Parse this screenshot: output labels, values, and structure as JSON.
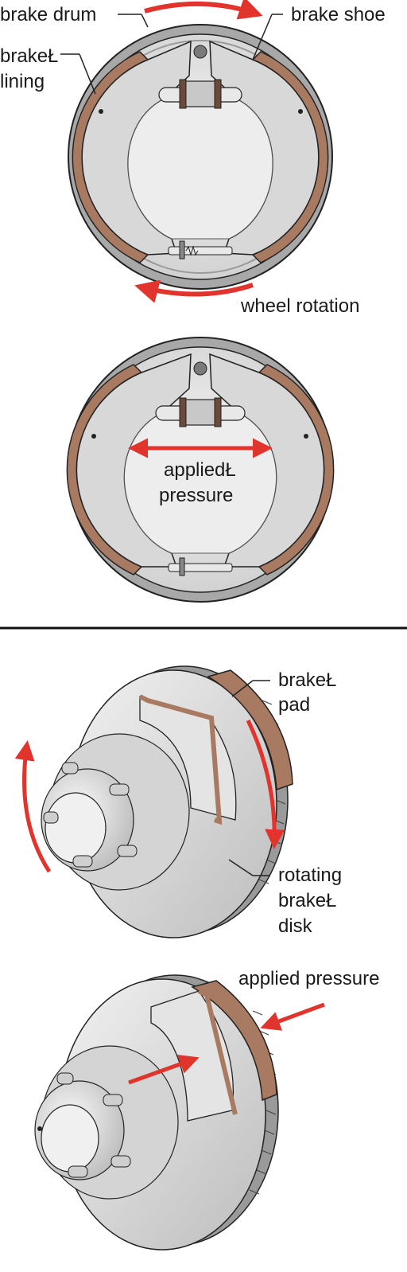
{
  "drum_brake": {
    "labels": {
      "drum": "brake drum",
      "shoe": "brake shoe",
      "lining_line1": "brakeŁ",
      "lining_line2": "lining",
      "wheel_rotation": "wheel rotation"
    },
    "applied_pressure": {
      "line1": "appliedŁ",
      "line2": "pressure"
    }
  },
  "disk_brake": {
    "labels": {
      "pad_line1": "brakeŁ",
      "pad_line2": "pad",
      "disk_line1": "rotating",
      "disk_line2": "brakeŁ",
      "disk_line3": "disk",
      "applied_pressure": "applied pressure"
    }
  },
  "colors": {
    "arrow_red": "#e0342c",
    "lining_brown": "#a97a62",
    "metal_light": "#e6e6e6",
    "metal_mid": "#c4c4c4",
    "metal_dark": "#8f8f8f",
    "outline": "#222222"
  }
}
